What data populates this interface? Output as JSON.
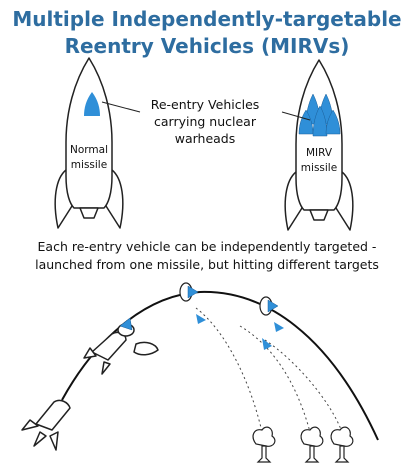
{
  "title": {
    "line1": "Multiple Independently-targetable",
    "line2": "Reentry Vehicles (MIRVs)"
  },
  "callout": {
    "line1": "Re-entry Vehicles",
    "line2": "carrying nuclear",
    "line3": "warheads"
  },
  "normal_missile": {
    "line1": "Normal",
    "line2": "missile"
  },
  "mirv_missile": {
    "line1": "MIRV",
    "line2": "missile"
  },
  "caption": {
    "line1": "Each re-entry vehicle can be independently targeted -",
    "line2": "launched from one missile, but hitting different targets"
  },
  "colors": {
    "title": "#2e6da0",
    "warhead": "#2f8fd8",
    "outline": "#222222"
  }
}
